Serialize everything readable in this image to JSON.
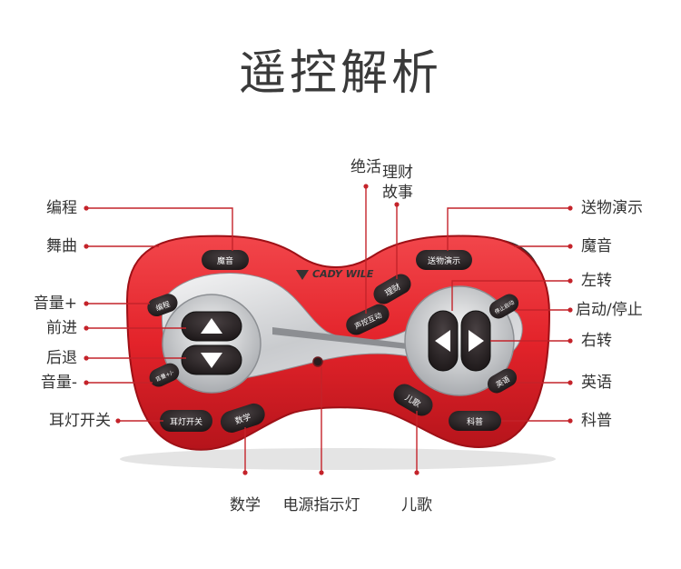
{
  "title": "遥控解析",
  "brand": "CADY WILE",
  "labels": {
    "biancheng": "编程",
    "wuqu": "舞曲",
    "yinliang_plus": "音量+",
    "qianjin": "前进",
    "houtui": "后退",
    "yinliang_minus": "音量-",
    "erdeng": "耳灯开关",
    "shuxue": "数学",
    "dianyuan": "电源指示灯",
    "erge": "儿歌",
    "juehuo": "绝活",
    "licai_gushi_1": "理财",
    "licai_gushi_2": "故事",
    "songwu": "送物演示",
    "moyin": "魔音",
    "zuozhuan": "左转",
    "qidong": "启动/停止",
    "youzhuan": "右转",
    "yingyu": "英语",
    "kepu": "科普"
  },
  "buttons": {
    "moyin": "魔音",
    "songwu": "送物演示",
    "licai": "理财",
    "shengkong": "声控互动",
    "biancheng": "编程",
    "yinliang": "音量+/-",
    "erdeng": "耳灯开关",
    "shuxue": "数学",
    "erge": "儿歌",
    "kepu": "科普",
    "yingyu": "英语",
    "qidong": "停止启动"
  },
  "colors": {
    "body_red": "#e8262c",
    "dark_red": "#b0151b",
    "button_dark": "#2a2426",
    "line_red": "#c4232a",
    "silver": "#d2d4d6"
  }
}
